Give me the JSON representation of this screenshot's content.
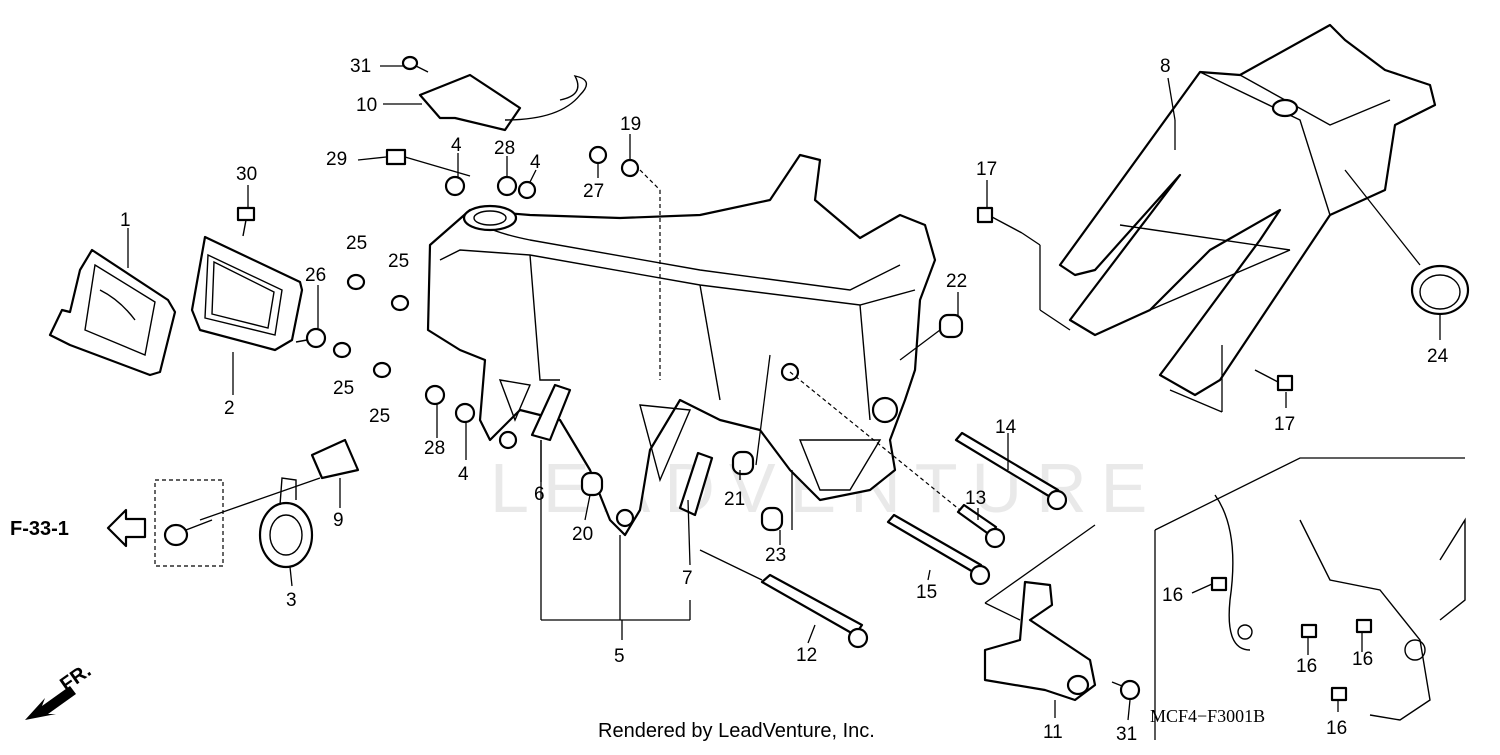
{
  "diagram": {
    "watermark": "LEADVENTURE",
    "diagram_code": "MCF4−F3001B",
    "footer": "Rendered by LeadVenture, Inc.",
    "cross_reference": "F-33-1",
    "front_indicator": "FR.",
    "callouts": [
      "1",
      "2",
      "3",
      "4",
      "4",
      "4",
      "5",
      "6",
      "7",
      "8",
      "9",
      "10",
      "11",
      "12",
      "13",
      "14",
      "15",
      "16",
      "16",
      "16",
      "16",
      "17",
      "17",
      "19",
      "20",
      "21",
      "22",
      "23",
      "24",
      "25",
      "25",
      "25",
      "25",
      "26",
      "27",
      "28",
      "28",
      "29",
      "30",
      "31",
      "31"
    ]
  }
}
